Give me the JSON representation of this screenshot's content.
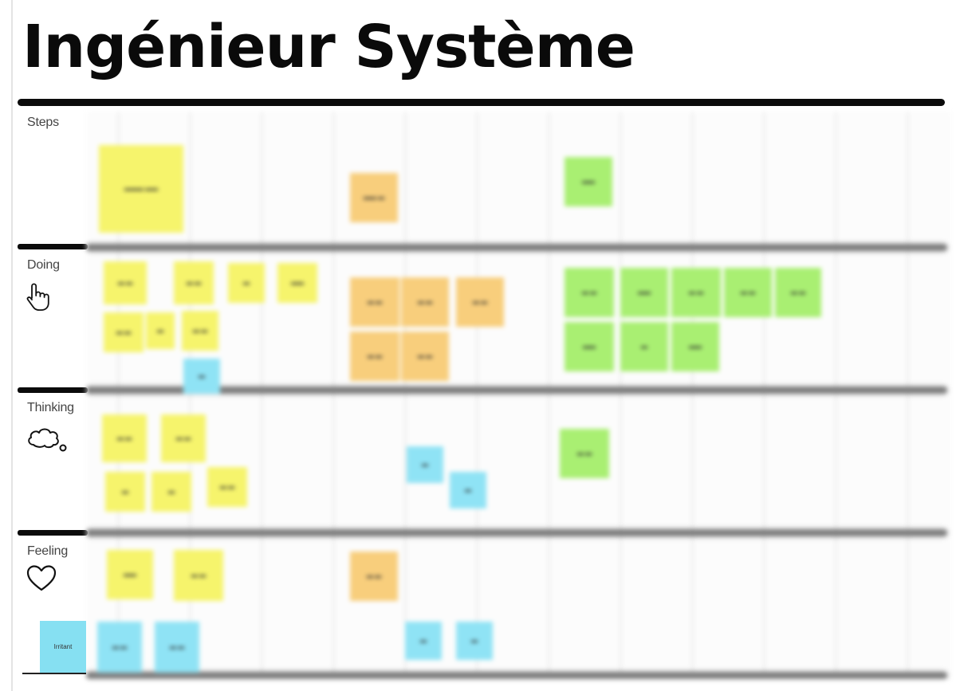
{
  "title": "Ingénieur Système",
  "lanes": {
    "steps": {
      "label": "Steps"
    },
    "doing": {
      "label": "Doing",
      "icon": "pointer-hand-icon"
    },
    "thinking": {
      "label": "Thinking",
      "icon": "thought-cloud-icon"
    },
    "feeling": {
      "label": "Feeling",
      "icon": "heart-icon"
    }
  },
  "irritant_note": {
    "label": "Irritant",
    "color": "#86e0f2"
  },
  "note_colors": {
    "yellow": "#f6f46c",
    "orange": "#f8ce7c",
    "green": "#a9ef72",
    "blue": "#8fe3f5"
  }
}
